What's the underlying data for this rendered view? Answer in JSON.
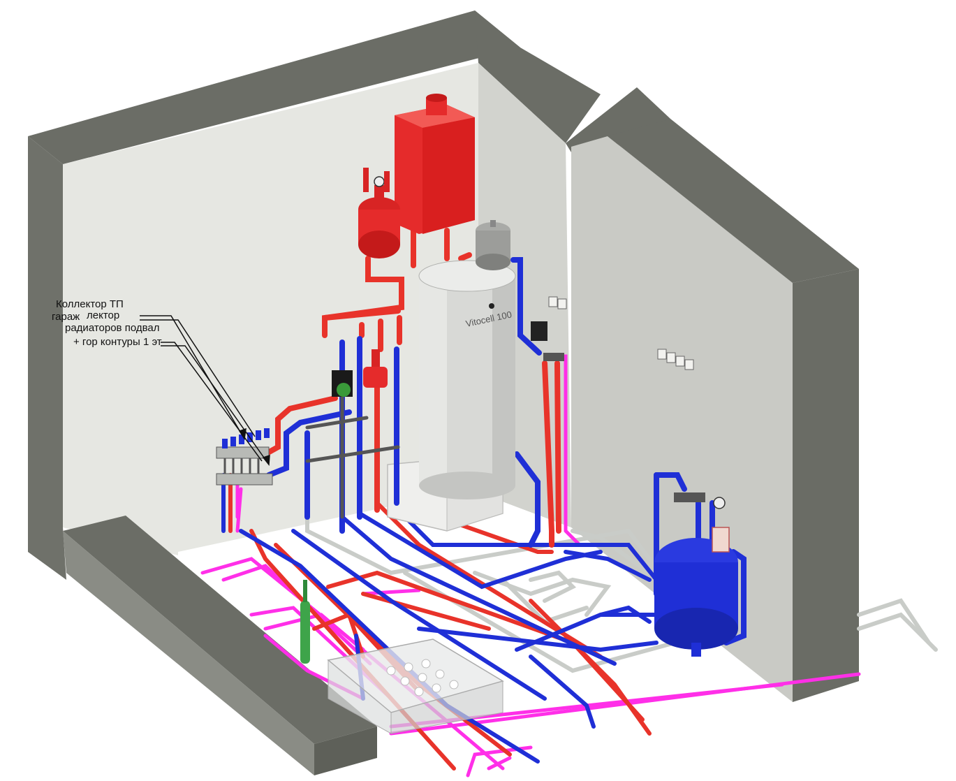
{
  "annotations": {
    "label_collector_tp_line1": "Коллектор ТП",
    "label_collector_tp_line2": "гараж",
    "label_collector_rad_line1": "лектор",
    "label_collector_rad_line2": "радиаторов подвал",
    "label_collector_rad_line3": "+ гор контуры 1 эт"
  },
  "equipment": {
    "boiler_brand": "Vitocell 100"
  },
  "colors": {
    "wall_top": "#6b6d66",
    "wall_face": "#e4e5e0",
    "wall_side": "#cfd0cb",
    "floor": "#ffffff",
    "supply_pipe": "#e8332a",
    "return_pipe": "#1f2fd6",
    "floor_heating_pipe": "#ff2fe8",
    "cold_pipe": "#c9ccc8",
    "tank_red": "#e52b2b",
    "tank_blue": "#1f2fd6",
    "boiler_body": "#d8d9d6"
  }
}
